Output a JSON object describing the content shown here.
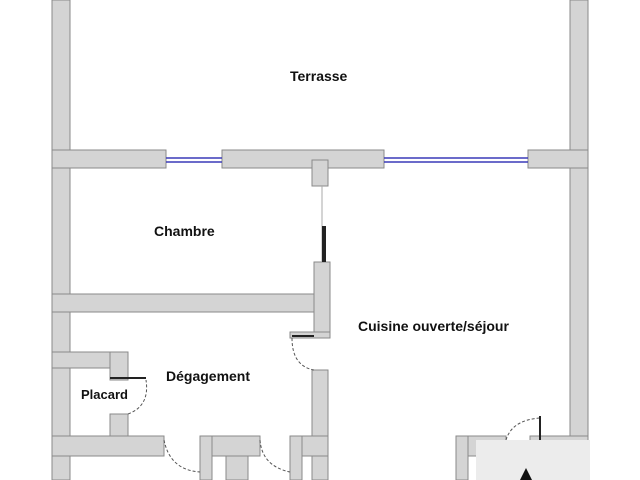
{
  "rooms": {
    "terrasse": "Terrasse",
    "chambre": "Chambre",
    "sejour": "Cuisine ouverte/séjour",
    "degagement": "Dégagement",
    "placard": "Placard"
  },
  "colors": {
    "wall_fill": "#d4d4d4",
    "wall_stroke": "#8a8a8a",
    "window": "#3a3ab8",
    "door": "#555555",
    "label": "#111111"
  }
}
